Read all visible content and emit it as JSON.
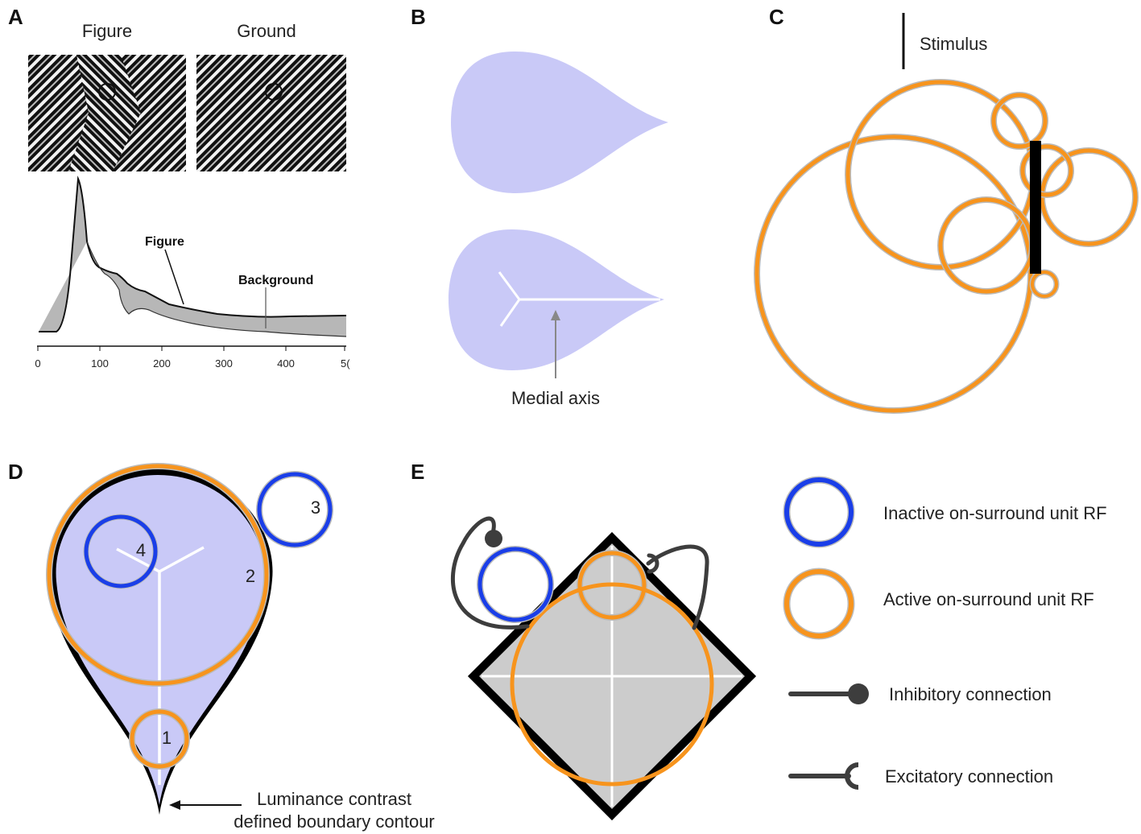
{
  "panels": {
    "a": "A",
    "b": "B",
    "c": "C",
    "d": "D",
    "e": "E"
  },
  "panel_a": {
    "figure_label": "Figure",
    "ground_label": "Ground",
    "curve_figure_label": "Figure",
    "curve_background_label": "Background",
    "ticks": [
      "0",
      "100",
      "200",
      "300",
      "400",
      "5("
    ]
  },
  "panel_b": {
    "medial_axis_label": "Medial axis"
  },
  "panel_c": {
    "stimulus_label": "Stimulus"
  },
  "panel_d": {
    "rf_numbers": [
      "1",
      "2",
      "3",
      "4"
    ],
    "contour_label_line1": "Luminance contrast",
    "contour_label_line2": "defined boundary contour"
  },
  "legend": {
    "inactive": "Inactive on-surround unit RF",
    "active": "Active on-surround unit RF",
    "inhibitory": "Inhibitory connection",
    "excitatory": "Excitatory connection"
  },
  "colors": {
    "active_rf": "#f7941d",
    "inactive_rf": "#1a3ee8",
    "shape_fill": "#c9c9f7",
    "gray_fill": "#cccccc",
    "connection": "#3d3d3d"
  }
}
